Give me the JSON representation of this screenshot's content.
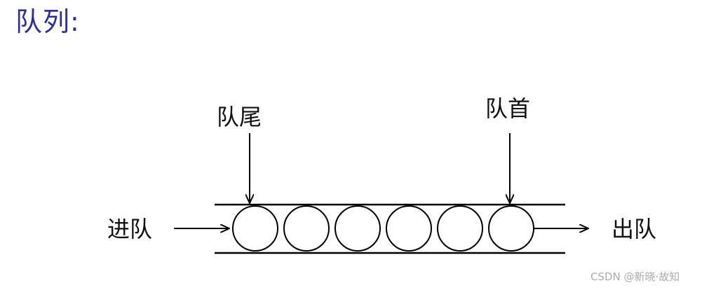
{
  "title": "队列:",
  "diagram": {
    "labels": {
      "tail": "队尾",
      "head": "队首",
      "enqueue": "进队",
      "dequeue": "出队"
    },
    "queue_element_count": 6
  },
  "watermark": "CSDN @新晓·故知",
  "colors": {
    "title": "#2e3192",
    "stroke": "#000000",
    "watermark": "#aaaaaa"
  }
}
